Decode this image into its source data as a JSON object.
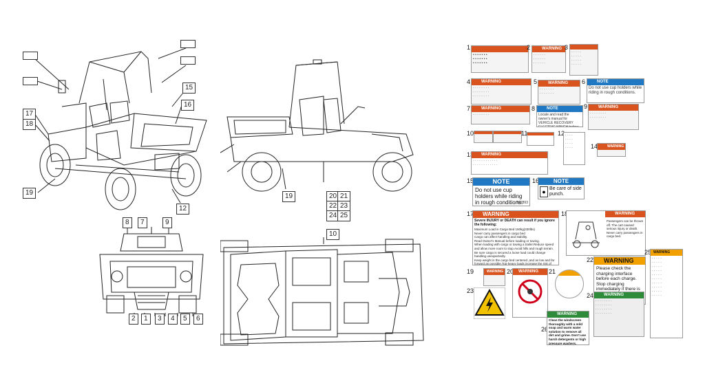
{
  "callouts_left": [
    "15",
    "16",
    "17",
    "18",
    "19",
    "12"
  ],
  "callouts_middle": [
    "19",
    "20",
    "21",
    "22",
    "23",
    "24",
    "25"
  ],
  "callouts_front": [
    "8",
    "7",
    "9",
    "2",
    "1",
    "3",
    "4",
    "5",
    "6"
  ],
  "top_view_callout": "10",
  "decal_numbers": [
    "1",
    "2",
    "3",
    "4",
    "5",
    "6",
    "7",
    "8",
    "9",
    "10",
    "11",
    "12",
    "13",
    "14",
    "15",
    "16",
    "17",
    "18",
    "19",
    "20",
    "21",
    "22",
    "23",
    "24",
    "25",
    "26"
  ],
  "decals": {
    "d2": {
      "header": "WARNING"
    },
    "d4": {
      "header": "WARNING"
    },
    "d5": {
      "header": "WARNING"
    },
    "d6": {
      "header": "NOTE",
      "text": "Do not use cup holders while riding in rough conditions."
    },
    "d7": {
      "header": "WARNING"
    },
    "d8": {
      "header": "NOTE",
      "text": "Locate and read the owner's manual for VEHICLE RECOVERY ELECTRIC WINCH before all instruction and warnings."
    },
    "d9": {
      "header": "WARNING"
    },
    "d13": {
      "header": "WARNING"
    },
    "d14": {
      "header": "WARNING"
    },
    "d15": {
      "header": "NOTE",
      "text": "Do not use cup holders while riding in rough conditions.",
      "code": "T02893"
    },
    "d16": {
      "header": "NOTE",
      "text": "Be care of side punch."
    },
    "d17": {
      "header": "WARNING",
      "lead": "Severe INJURY or DEATH can result if you ignore the following:",
      "items": [
        "Maximum Load in Cargo Bed 150kg(330lbs)",
        "Never carry passengers in cargo bed",
        "Cargo can affect handling and stability.",
        "Read Owner's Manual before loading or towing.",
        "When loading with cargo or towing a trailer.Reduce speed and allow more room to stop.Avoid hills and rough terrain.",
        "Be sure cargo is secured a loose load could change handling unexpectedly.",
        "Keep weight in the cargo bed centered ,and as low and far forward as possible.Top-heavy loads increase the risk of overturn."
      ]
    },
    "d18": {
      "header": "WARNING",
      "items": [
        "Passengers can be thrown off. The cart caused serious injury or death.",
        "Never carry passengers in cargo bed."
      ]
    },
    "d19": {
      "header": "WARNING"
    },
    "d20": {
      "header": "WARNING"
    },
    "d22": {
      "header": "WARNING",
      "text": "Please check the charging interface before each charge. Stop charging immediately if there is lever, deformation or other abnormal situation."
    },
    "d24": {
      "header": "WARNING"
    },
    "d25": {
      "header": "WARNING"
    },
    "d26": {
      "header": "WARNING",
      "text": "Clean the windscreen thoroughly with a mild soap and warm water solution to remove all dirt and grime. Don't use harsh detergents or high pressure washers."
    }
  },
  "colors": {
    "warning": "#d9531e",
    "note": "#1f78c1",
    "green": "#2e8b3a",
    "hazard": "#f2c200"
  }
}
